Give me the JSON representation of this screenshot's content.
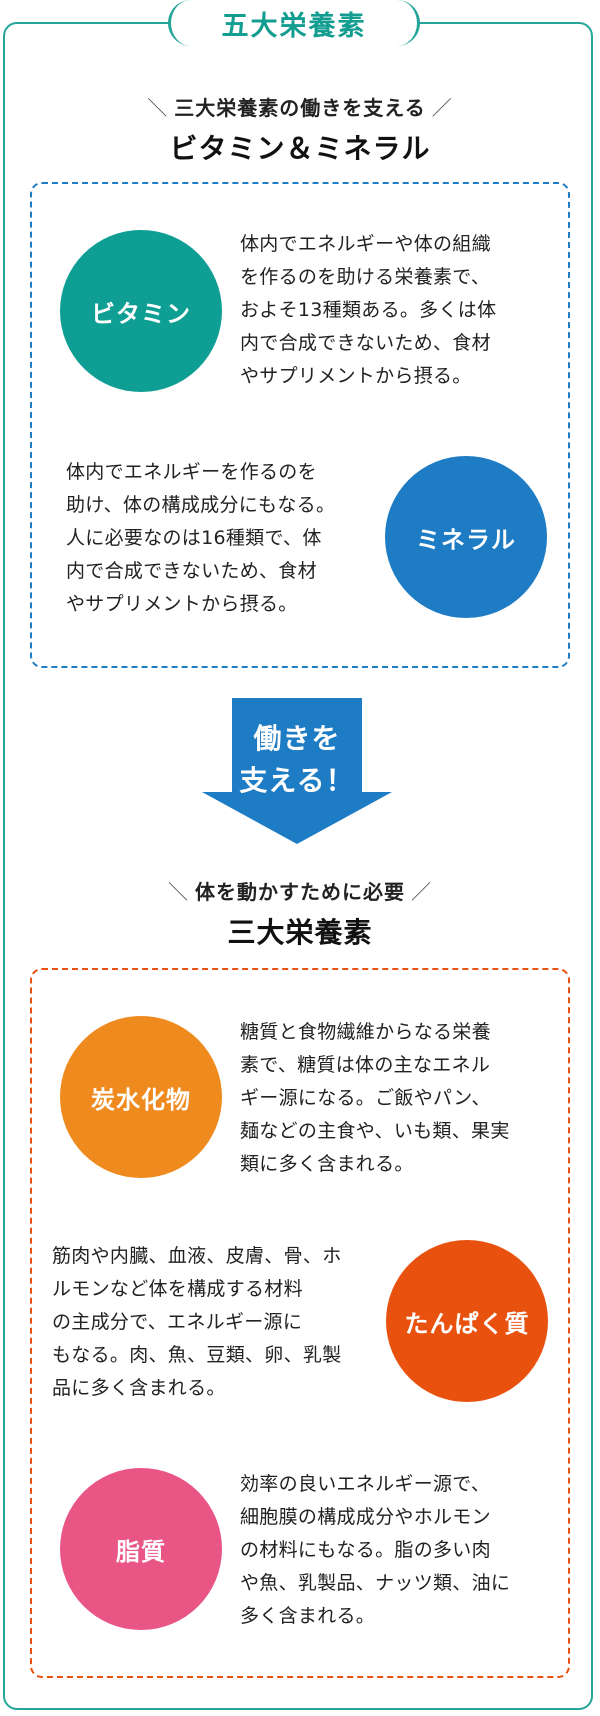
{
  "header": {
    "title": "五大栄養素"
  },
  "section1": {
    "subtitle": "三大栄養素の働きを支える",
    "title": "ビタミン＆ミネラル",
    "items": [
      {
        "label": "ビタミン",
        "color": "#0e9e93",
        "lines": [
          "体内でエネルギーや体の組織",
          "を作るのを助ける栄養素で、",
          "およそ13種類ある。多くは体",
          "内で合成できないため、食材",
          "やサプリメントから摂る。"
        ]
      },
      {
        "label": "ミネラル",
        "color": "#1e7cc4",
        "lines": [
          "体内でエネルギーを作るのを",
          "助け、体の構成成分にもなる。",
          "人に必要なのは16種類で、体",
          "内で合成できないため、食材",
          "やサプリメントから摂る。"
        ]
      }
    ]
  },
  "arrow": {
    "line1": "働きを",
    "line2": "支える！",
    "color": "#1e7cc4"
  },
  "section2": {
    "subtitle": "体を動かすために必要",
    "title": "三大栄養素",
    "items": [
      {
        "label": "炭水化物",
        "color": "#ef8a1e",
        "lines": [
          "糖質と食物繊維からなる栄養",
          "素で、糖質は体の主なエネル",
          "ギー源になる。ご飯やパン、",
          "麺などの主食や、いも類、果実",
          "類に多く含まれる。"
        ]
      },
      {
        "label": "たんぱく質",
        "color": "#e8510e",
        "lines": [
          "筋肉や内臓、血液、皮膚、骨、ホ",
          "ルモンなど体を構成する材料",
          "の主成分で、エネルギー源に",
          "もなる。肉、魚、豆類、卵、乳製",
          "品に多く含まれる。"
        ]
      },
      {
        "label": "脂質",
        "color": "#e95686",
        "lines": [
          "効率の良いエネルギー源で、",
          "細胞膜の構成成分やホルモン",
          "の材料にもなる。脂の多い肉",
          "や魚、乳製品、ナッツ類、油に",
          "多く含まれる。"
        ]
      }
    ]
  },
  "colors": {
    "accent": "#26a69a",
    "blue_dash": "#1e7cc4",
    "red_dash": "#e8510e"
  }
}
